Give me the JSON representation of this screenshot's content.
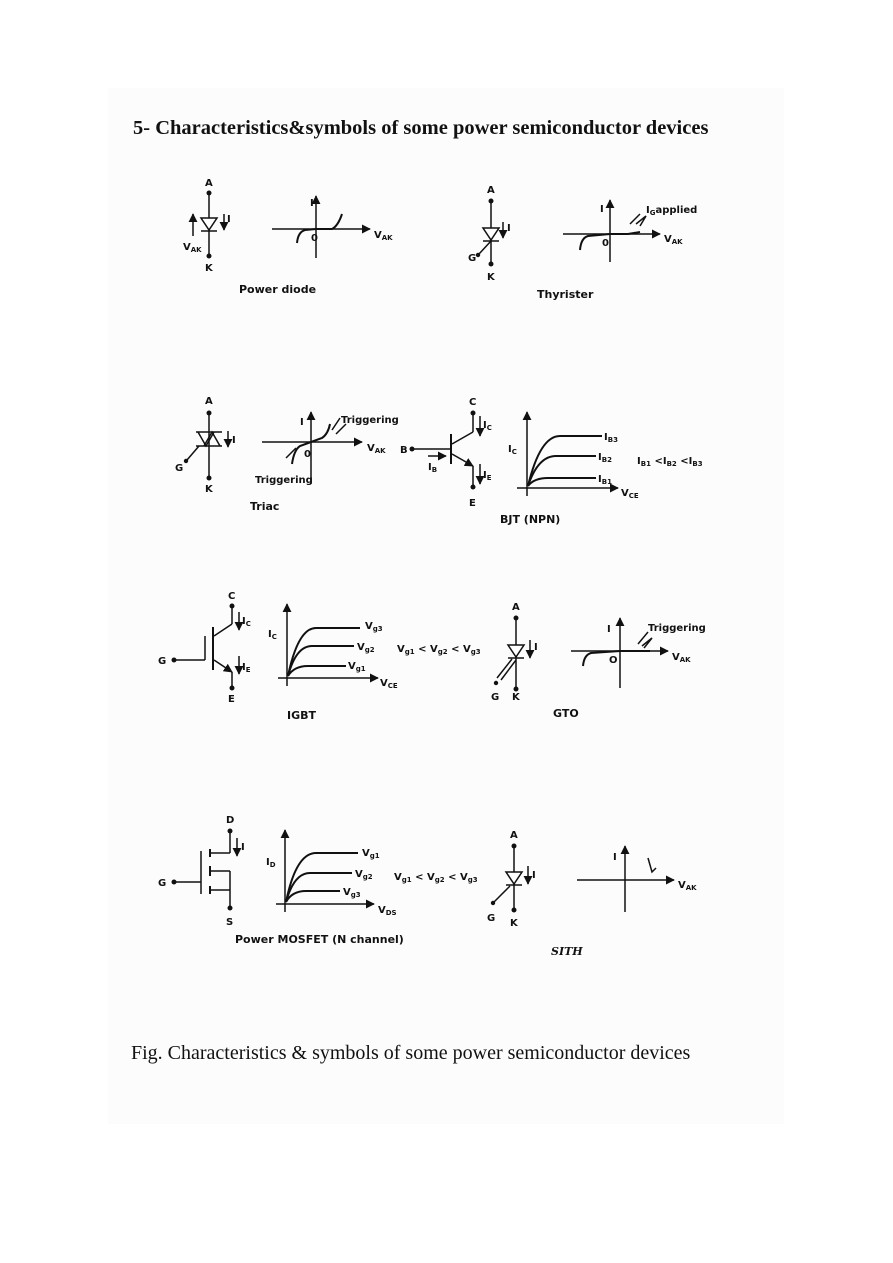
{
  "heading": "5- Characteristics&symbols of some power semiconductor devices",
  "caption": "Fig. Characteristics & symbols of some power semiconductor devices",
  "labels": {
    "A": "A",
    "K": "K",
    "G": "G",
    "C": "C",
    "E": "E",
    "B": "B",
    "D": "D",
    "S": "S",
    "I": "I",
    "O": "O",
    "V": "V",
    "Ic": "I",
    "Ie": "I",
    "Ib": "I",
    "Id": "I"
  },
  "panels": {
    "power_diode": {
      "caption": "Power diode",
      "vak": "V",
      "vak_sub": "AK",
      "i_arrow": "I",
      "i_axis": "I",
      "origin": "0"
    },
    "thyristor": {
      "caption": "Thyrister",
      "ig_applied": "I",
      "ig_sub": "G",
      "applied": "applied",
      "vak": "V",
      "vak_sub": "AK",
      "i": "I",
      "origin": "0"
    },
    "triac": {
      "caption": "Triac",
      "trig_top": "Triggering",
      "trig_bottom": "Triggering",
      "vak": "V",
      "vak_sub": "AK",
      "i": "I",
      "origin": "0"
    },
    "bjt": {
      "caption": "BJT (NPN)",
      "ib1": "I",
      "ib1_sub": "B1",
      "ib2": "I",
      "ib2_sub": "B2",
      "ib3": "I",
      "ib3_sub": "B3",
      "ineq": "I",
      "ineq_b1": "B1",
      "lt": "<",
      "ineq_b2": "B2",
      "ineq_b3": "B3",
      "vce": "V",
      "vce_sub": "CE",
      "ic": "I",
      "ic_sub": "C"
    },
    "igbt": {
      "caption": "IGBT",
      "vg1": "V",
      "vg1_sub": "g1",
      "vg2": "V",
      "vg2_sub": "g2",
      "vg3": "V",
      "vg3_sub": "g3",
      "ineq": "V<sub>g1</sub> < V<sub>g2</sub> < V<sub>g3</sub>",
      "vce": "V",
      "vce_sub": "CE",
      "ic": "I",
      "ic_sub": "C"
    },
    "gto": {
      "caption": "GTO",
      "trig": "Triggering",
      "vak": "V",
      "vak_sub": "AK",
      "i": "I",
      "origin": "O"
    },
    "mosfet": {
      "caption": "Power MOSFET (N channel)",
      "vg1": "V",
      "vg1_sub": "g1",
      "vg2": "V",
      "vg2_sub": "g2",
      "vg3": "V",
      "vg3_sub": "g3",
      "vds": "V",
      "vds_sub": "DS",
      "id": "I",
      "id_sub": "D"
    },
    "sith": {
      "caption": "SITH",
      "vak": "V",
      "vak_sub": "AK",
      "i": "I"
    }
  }
}
